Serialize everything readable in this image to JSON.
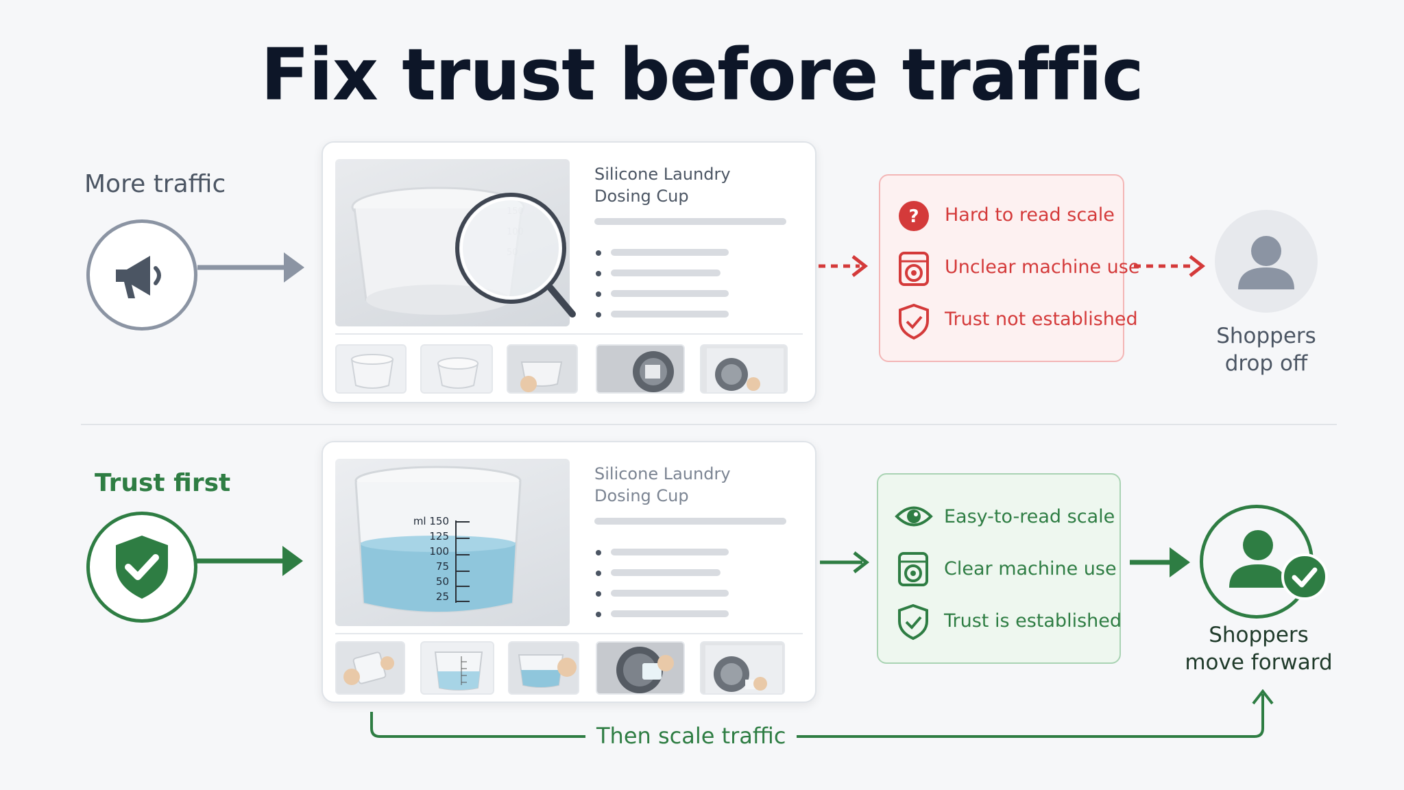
{
  "title": "Fix trust before traffic",
  "top_row": {
    "label": "More traffic",
    "icon": "megaphone-icon",
    "product_title_line1": "Silicone Laundry",
    "product_title_line2": "Dosing Cup",
    "issues": [
      {
        "icon": "question-icon",
        "text": "Hard to read scale"
      },
      {
        "icon": "washing-machine-icon",
        "text": "Unclear machine use"
      },
      {
        "icon": "shield-check-icon",
        "text": "Trust not established"
      }
    ],
    "result_line1": "Shoppers",
    "result_line2": "drop off"
  },
  "bottom_row": {
    "label": "Trust first",
    "icon": "shield-check-icon",
    "product_title_line1": "Silicone Laundry",
    "product_title_line2": "Dosing Cup",
    "scale_labels": [
      "ml 150",
      "125",
      "100",
      "75",
      "50",
      "25"
    ],
    "benefits": [
      {
        "icon": "eye-icon",
        "text": "Easy-to-read scale"
      },
      {
        "icon": "washing-machine-icon",
        "text": "Clear machine use"
      },
      {
        "icon": "shield-check-icon",
        "text": "Trust is established"
      }
    ],
    "result_line1": "Shoppers",
    "result_line2": "move forward",
    "loop_label": "Then scale traffic"
  },
  "colors": {
    "gray": "#8b94a3",
    "red": "#d43a3a",
    "green": "#2e7d43",
    "title": "#0d1628"
  }
}
